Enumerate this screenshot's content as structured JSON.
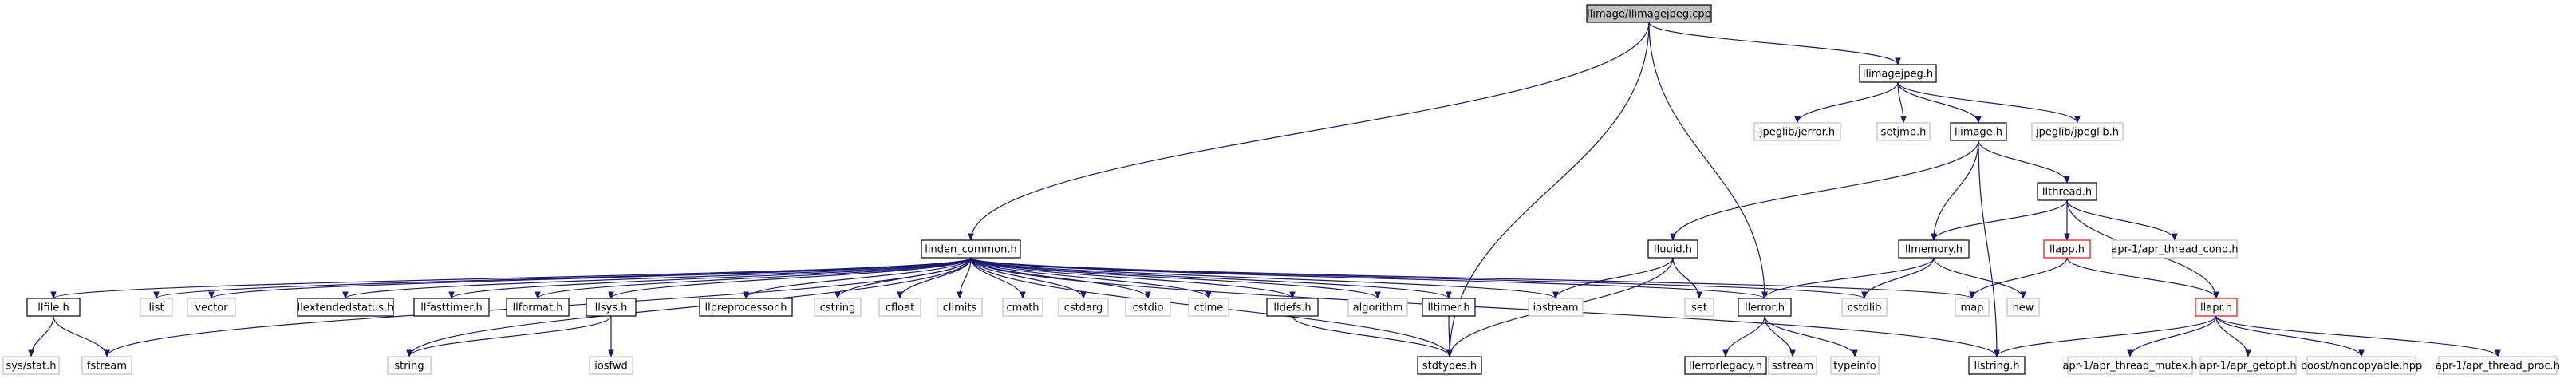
{
  "colors": {
    "edge": "#191970",
    "box_border": "#000000",
    "root_fill": "#bfbfbf",
    "highlight_border": "#ff0000",
    "external_border": "#bfbfbf"
  },
  "nodes": [
    {
      "id": "root",
      "label": "llimage/llimagejpeg.cpp",
      "style": "root"
    },
    {
      "id": "llimagejpeg",
      "label": "llimagejpeg.h",
      "style": "normal"
    },
    {
      "id": "jerror",
      "label": "jpeglib/jerror.h",
      "style": "external"
    },
    {
      "id": "setjmp",
      "label": "setjmp.h",
      "style": "external"
    },
    {
      "id": "llimage",
      "label": "llimage.h",
      "style": "normal"
    },
    {
      "id": "jpeglib",
      "label": "jpeglib/jpeglib.h",
      "style": "external"
    },
    {
      "id": "llthread",
      "label": "llthread.h",
      "style": "normal"
    },
    {
      "id": "linden_common",
      "label": "linden_common.h",
      "style": "normal"
    },
    {
      "id": "lluuid",
      "label": "lluuid.h",
      "style": "normal"
    },
    {
      "id": "llmemory",
      "label": "llmemory.h",
      "style": "normal"
    },
    {
      "id": "llapp",
      "label": "llapp.h",
      "style": "highlight"
    },
    {
      "id": "apr_cond",
      "label": "apr-1/apr_thread_cond.h",
      "style": "external"
    },
    {
      "id": "llfile",
      "label": "llfile.h",
      "style": "normal"
    },
    {
      "id": "list",
      "label": "list",
      "style": "external"
    },
    {
      "id": "vector",
      "label": "vector",
      "style": "external"
    },
    {
      "id": "llextended",
      "label": "llextendedstatus.h",
      "style": "normal"
    },
    {
      "id": "llfasttimer",
      "label": "llfasttimer.h",
      "style": "normal"
    },
    {
      "id": "llformat",
      "label": "llformat.h",
      "style": "normal"
    },
    {
      "id": "llsys",
      "label": "llsys.h",
      "style": "normal"
    },
    {
      "id": "llpreproc",
      "label": "llpreprocessor.h",
      "style": "normal"
    },
    {
      "id": "cstring",
      "label": "cstring",
      "style": "external"
    },
    {
      "id": "cfloat",
      "label": "cfloat",
      "style": "external"
    },
    {
      "id": "climits",
      "label": "climits",
      "style": "external"
    },
    {
      "id": "cmath",
      "label": "cmath",
      "style": "external"
    },
    {
      "id": "cstdarg",
      "label": "cstdarg",
      "style": "external"
    },
    {
      "id": "cstdio",
      "label": "cstdio",
      "style": "external"
    },
    {
      "id": "ctime",
      "label": "ctime",
      "style": "external"
    },
    {
      "id": "lldefs",
      "label": "lldefs.h",
      "style": "normal"
    },
    {
      "id": "algorithm",
      "label": "algorithm",
      "style": "external"
    },
    {
      "id": "lltimer",
      "label": "lltimer.h",
      "style": "normal"
    },
    {
      "id": "iostream",
      "label": "iostream",
      "style": "external"
    },
    {
      "id": "set",
      "label": "set",
      "style": "external"
    },
    {
      "id": "llerror",
      "label": "llerror.h",
      "style": "normal"
    },
    {
      "id": "cstdlib",
      "label": "cstdlib",
      "style": "external"
    },
    {
      "id": "map",
      "label": "map",
      "style": "external"
    },
    {
      "id": "new",
      "label": "new",
      "style": "external"
    },
    {
      "id": "llapr",
      "label": "llapr.h",
      "style": "highlight"
    },
    {
      "id": "sysstat",
      "label": "sys/stat.h",
      "style": "external"
    },
    {
      "id": "fstream",
      "label": "fstream",
      "style": "external"
    },
    {
      "id": "string",
      "label": "string",
      "style": "external"
    },
    {
      "id": "iosfwd",
      "label": "iosfwd",
      "style": "external"
    },
    {
      "id": "stdtypes",
      "label": "stdtypes.h",
      "style": "normal"
    },
    {
      "id": "llerrorlegacy",
      "label": "llerrorlegacy.h",
      "style": "normal"
    },
    {
      "id": "sstream",
      "label": "sstream",
      "style": "external"
    },
    {
      "id": "typeinfo",
      "label": "typeinfo",
      "style": "external"
    },
    {
      "id": "llstring",
      "label": "llstring.h",
      "style": "normal"
    },
    {
      "id": "apr_mutex",
      "label": "apr-1/apr_thread_mutex.h",
      "style": "external"
    },
    {
      "id": "apr_getopt",
      "label": "apr-1/apr_getopt.h",
      "style": "external"
    },
    {
      "id": "noncopyable",
      "label": "boost/noncopyable.hpp",
      "style": "external"
    },
    {
      "id": "apr_proc",
      "label": "apr-1/apr_thread_proc.h",
      "style": "external"
    }
  ],
  "edges": [
    [
      "root",
      "llimagejpeg"
    ],
    [
      "root",
      "linden_common"
    ],
    [
      "root",
      "llerror"
    ],
    [
      "root",
      "stdtypes"
    ],
    [
      "llimagejpeg",
      "jerror"
    ],
    [
      "llimagejpeg",
      "setjmp"
    ],
    [
      "llimagejpeg",
      "llimage"
    ],
    [
      "llimagejpeg",
      "jpeglib"
    ],
    [
      "llimage",
      "lluuid"
    ],
    [
      "llimage",
      "llthread"
    ],
    [
      "llimage",
      "llmemory"
    ],
    [
      "llimage",
      "llstring"
    ],
    [
      "llthread",
      "llmemory"
    ],
    [
      "llthread",
      "llapp"
    ],
    [
      "llthread",
      "apr_cond"
    ],
    [
      "llthread",
      "llapr"
    ],
    [
      "llapp",
      "map"
    ],
    [
      "llapp",
      "llapr"
    ],
    [
      "llapr",
      "llstring"
    ],
    [
      "llapr",
      "apr_mutex"
    ],
    [
      "llapr",
      "apr_getopt"
    ],
    [
      "llapr",
      "noncopyable"
    ],
    [
      "llapr",
      "apr_proc"
    ],
    [
      "lluuid",
      "iostream"
    ],
    [
      "lluuid",
      "set"
    ],
    [
      "lluuid",
      "stdtypes"
    ],
    [
      "llmemory",
      "llerror"
    ],
    [
      "llmemory",
      "cstdlib"
    ],
    [
      "llmemory",
      "new"
    ],
    [
      "llerror",
      "llerrorlegacy"
    ],
    [
      "llerror",
      "sstream"
    ],
    [
      "llerror",
      "typeinfo"
    ],
    [
      "linden_common",
      "llfile"
    ],
    [
      "linden_common",
      "list"
    ],
    [
      "linden_common",
      "vector"
    ],
    [
      "linden_common",
      "llextended"
    ],
    [
      "linden_common",
      "llfasttimer"
    ],
    [
      "linden_common",
      "llformat"
    ],
    [
      "linden_common",
      "llsys"
    ],
    [
      "linden_common",
      "llpreproc"
    ],
    [
      "linden_common",
      "cstring"
    ],
    [
      "linden_common",
      "cfloat"
    ],
    [
      "linden_common",
      "climits"
    ],
    [
      "linden_common",
      "cmath"
    ],
    [
      "linden_common",
      "cstdarg"
    ],
    [
      "linden_common",
      "cstdio"
    ],
    [
      "linden_common",
      "ctime"
    ],
    [
      "linden_common",
      "lldefs"
    ],
    [
      "linden_common",
      "algorithm"
    ],
    [
      "linden_common",
      "lltimer"
    ],
    [
      "linden_common",
      "iostream"
    ],
    [
      "linden_common",
      "llerror"
    ],
    [
      "linden_common",
      "cstdlib"
    ],
    [
      "linden_common",
      "map"
    ],
    [
      "linden_common",
      "fstream"
    ],
    [
      "linden_common",
      "string"
    ],
    [
      "linden_common",
      "stdtypes"
    ],
    [
      "linden_common",
      "llstring"
    ],
    [
      "llfile",
      "sysstat"
    ],
    [
      "llfile",
      "fstream"
    ],
    [
      "llsys",
      "string"
    ],
    [
      "llsys",
      "iosfwd"
    ],
    [
      "lldefs",
      "stdtypes"
    ],
    [
      "lltimer",
      "stdtypes"
    ]
  ]
}
